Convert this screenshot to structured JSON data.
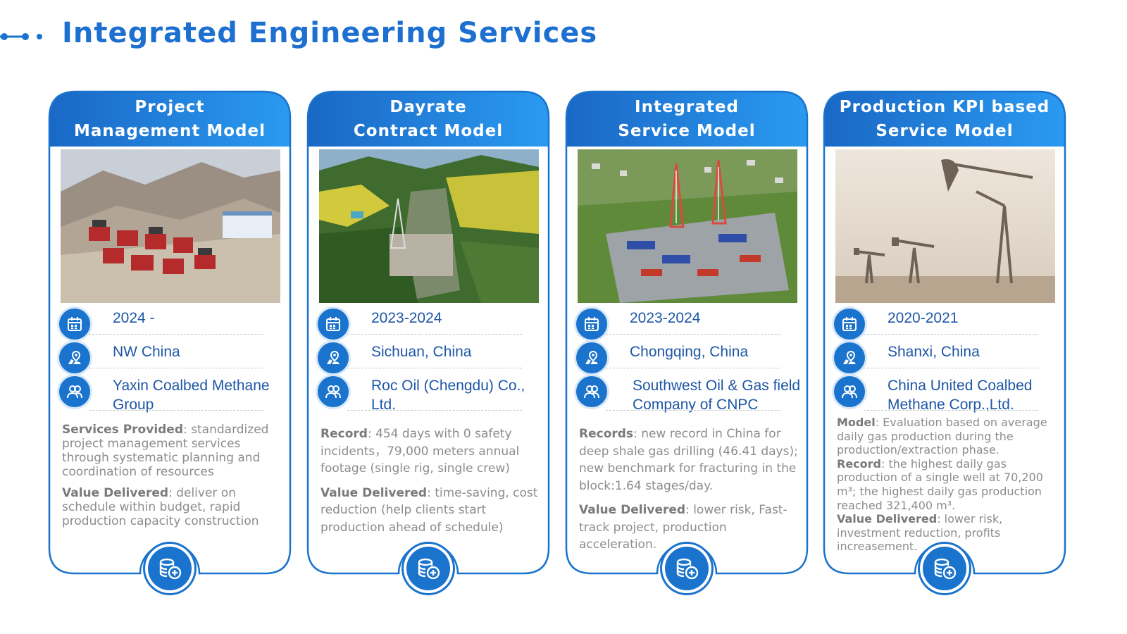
{
  "page": {
    "title": "Integrated Engineering Services"
  },
  "colors": {
    "primary": "#1a73cc",
    "header_gradient_end": "#2a9af0",
    "text_blue": "#1d57a6",
    "body_gray": "#8c8c8c"
  },
  "cards": [
    {
      "header": "Project\nManagement Model",
      "photo_icon": "drilling-site-mountain-photo",
      "date": "2024 -",
      "location": "NW China",
      "client": "Yaxin Coalbed Methane\nGroup",
      "desc": [
        {
          "label": "Services Provided",
          "text": ": standardized project management services through systematic planning and coordination of resources"
        },
        {
          "label": "Value Delivered",
          "text": ": deliver on schedule within budget, rapid production capacity construction"
        }
      ]
    },
    {
      "header": "Dayrate\nContract Model",
      "photo_icon": "rig-in-valley-photo",
      "date": "2023-2024",
      "location": "Sichuan, China",
      "client": "Roc Oil (Chengdu) Co.,\nLtd.",
      "desc": [
        {
          "label": "Record",
          "text": ": 454 days with 0 safety incidents，79,000 meters annual footage (single rig, single crew)"
        },
        {
          "label": "Value Delivered",
          "text": ": time-saving, cost reduction (help clients  start production ahead of schedule)"
        }
      ]
    },
    {
      "header": "Integrated\nService Model",
      "photo_icon": "twin-rig-site-photo",
      "date": "2023-2024",
      "location": "Chongqing, China",
      "client": "Southwest Oil & Gas field\nCompany of CNPC",
      "desc": [
        {
          "label": "Records",
          "text": ": new record in China for deep shale gas drilling (46.41 days); new benchmark for fracturing in the block:1.64 stages/day."
        },
        {
          "label": "Value Delivered",
          "text": ": lower risk, Fast-track project, production acceleration."
        }
      ]
    },
    {
      "header": "Production KPI based\nService Model",
      "photo_icon": "pump-jacks-photo",
      "date": "2020-2021",
      "location": "Shanxi, China",
      "client": "China United Coalbed\nMethane Corp.,Ltd.",
      "desc": [
        {
          "label": "Model",
          "text": ": Evaluation based on average daily gas production during the production/extraction phase."
        },
        {
          "label": "Record",
          "text": ": the highest daily gas production of a single well at 70,200 m³; the highest daily gas production reached 321,400 m³."
        },
        {
          "label": "Value Delivered",
          "text": ": lower risk, investment reduction, profits increasement."
        }
      ]
    }
  ]
}
